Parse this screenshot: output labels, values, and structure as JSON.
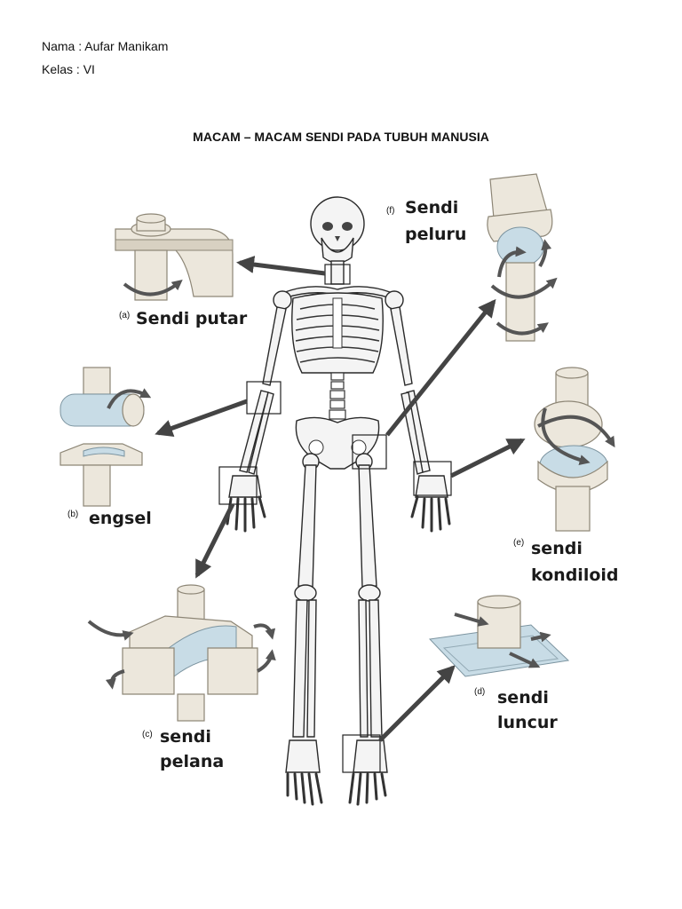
{
  "header": {
    "nama": "Nama : Aufar Manikam",
    "kelas": "Kelas  : VI"
  },
  "title": "MACAM – MACAM SENDI PADA TUBUH MANUSIA",
  "joints": {
    "a": {
      "letter": "(a)",
      "label": "Sendi putar"
    },
    "b": {
      "letter": "(b)",
      "label": "engsel"
    },
    "c": {
      "letter": "(c)",
      "label_line1": "sendi",
      "label_line2": "pelana"
    },
    "d": {
      "letter": "(d)",
      "label_line1": "sendi",
      "label_line2": "luncur"
    },
    "e": {
      "letter": "(e)",
      "label_line1": "sendi",
      "label_line2": "kondiloid"
    },
    "f": {
      "letter": "(f)",
      "label_line1": "Sendi",
      "label_line2": "peluru"
    }
  },
  "colors": {
    "bone": "#f4f4f4",
    "joint_model": "#ece7dc",
    "cartilage": "#c8dce6",
    "arrow": "#444444"
  }
}
